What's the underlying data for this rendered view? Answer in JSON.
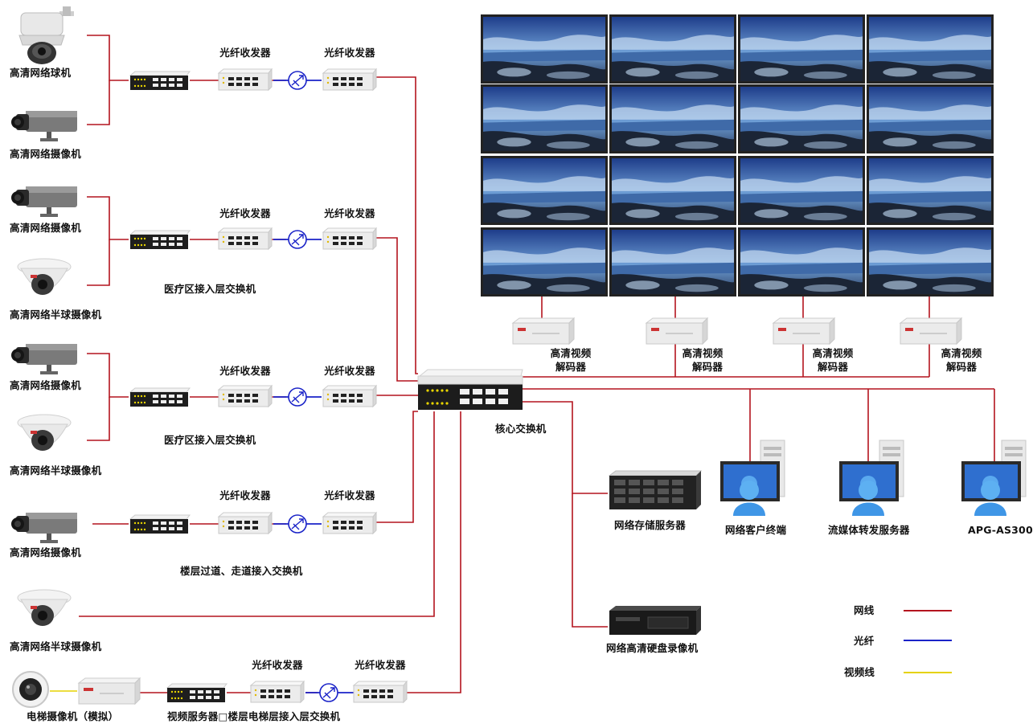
{
  "colors": {
    "network": "#b4141e",
    "fiber": "#1a23c8",
    "video": "#e6d200"
  },
  "labels": {
    "hd_network_dome": "高清网络球机",
    "hd_network_camera": "高清网络摄像机",
    "hd_network_half_dome": "高清网络半球摄像机",
    "fiber_transceiver": "光纤收发器",
    "medical_access_switch": "医疗区接入层交换机",
    "corridor_access_switch": "楼层过道、走道接入交换机",
    "elevator_camera": "电梯摄像机（模拟）",
    "video_server_elevator": "视频服务器□楼层电梯层接入层交换机",
    "core_switch": "核心交换机",
    "hd_decoder_line1": "高清视频",
    "hd_decoder_line2": "解码器",
    "storage_server": "网络存储服务器",
    "nvr": "网络高清硬盘录像机",
    "client_terminal": "网络客户终端",
    "streaming_server": "流媒体转发服务器",
    "apg": "APG-AS300"
  },
  "legend": [
    {
      "label": "网线",
      "color": "#b4141e"
    },
    {
      "label": "光纤",
      "color": "#1a23c8"
    },
    {
      "label": "视频线",
      "color": "#e6d200"
    }
  ],
  "video_wall": {
    "rows": 4,
    "cols": 4
  }
}
